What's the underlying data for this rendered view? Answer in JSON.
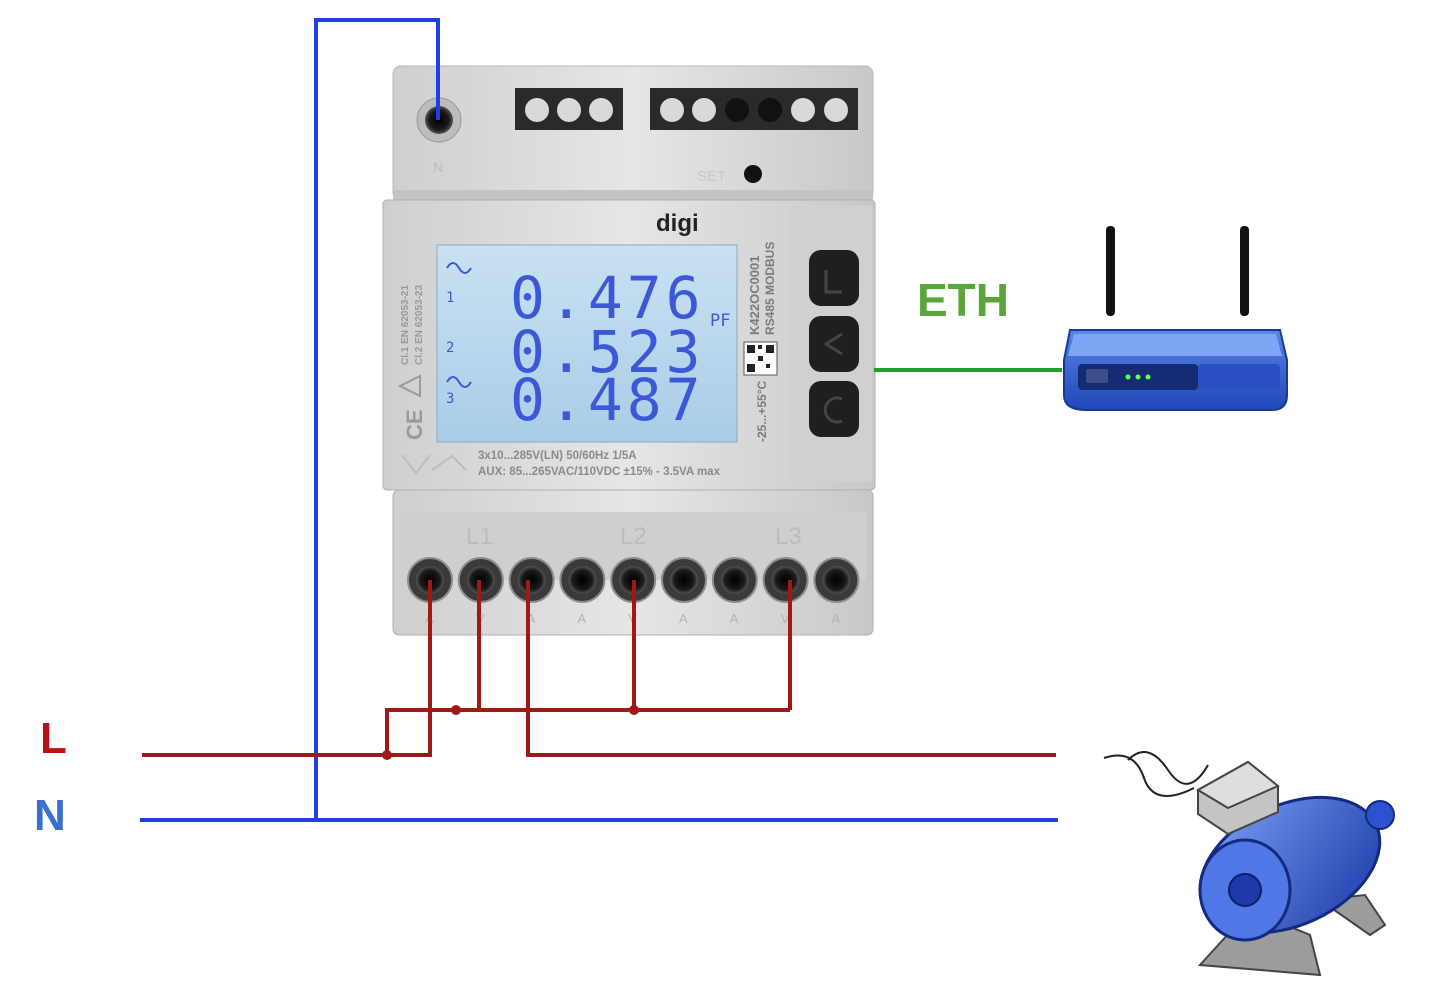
{
  "labels": {
    "line": "L",
    "neutral": "N",
    "ethernet": "ETH"
  },
  "meter": {
    "brand": "digi",
    "terminal_n": "N",
    "set_label": "SET",
    "display": {
      "readings": [
        "0.476",
        "0.523",
        "0.487"
      ],
      "unit": "PF",
      "phases": [
        "1",
        "2",
        "3"
      ]
    },
    "spec_line1": "3x10...285V(LN) 50/60Hz 1/5A",
    "spec_line2": "AUX: 85...265VAC/110VDC ±15% - 3.5VA max",
    "side_text1": "K422OC0001",
    "side_text2": "RS485 MODBUS",
    "temp_range": "-25...+55°C",
    "cert1": "Cl.1 EN 62053-21",
    "cert2": "Cl.2 EN 62053-23",
    "ce_mark": "CE",
    "phase_labels": [
      "L1",
      "L2",
      "L3"
    ],
    "terminal_marks": [
      "A",
      "V",
      "A",
      "A",
      "V",
      "A",
      "A",
      "V",
      "A"
    ]
  },
  "colors": {
    "line": "#a01818",
    "neutral": "#1f3fe0",
    "eth": "#22a02a",
    "eth_label": "#5aa53c",
    "L_label": "#b81414",
    "N_label": "#3a6ed0",
    "lcd_bg": "#b8d6ec",
    "lcd_digits": "#3b58d8",
    "meter_body": "#dcdcdc"
  },
  "icons": [
    "router-icon",
    "motor-icon",
    "push-button-icon",
    "qr-code-icon"
  ]
}
